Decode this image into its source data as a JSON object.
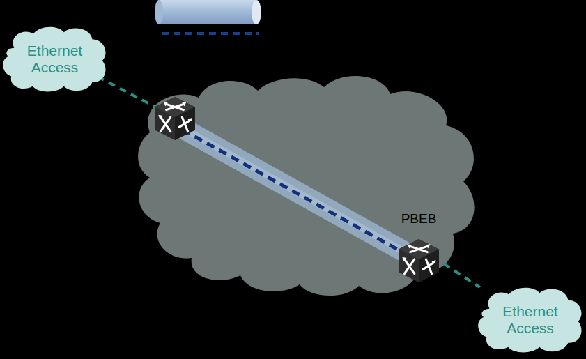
{
  "diagram": {
    "nodes": [
      {
        "text": [
          "Ethernet Access"
        ]
      },
      {
        "text": [
          "PBEB"
        ]
      },
      {
        "text": [
          "Ethernet Access"
        ]
      }
    ],
    "edges": [
      {
        "from": 1,
        "to": 2,
        "arrow": "none"
      }
    ]
  }
}
